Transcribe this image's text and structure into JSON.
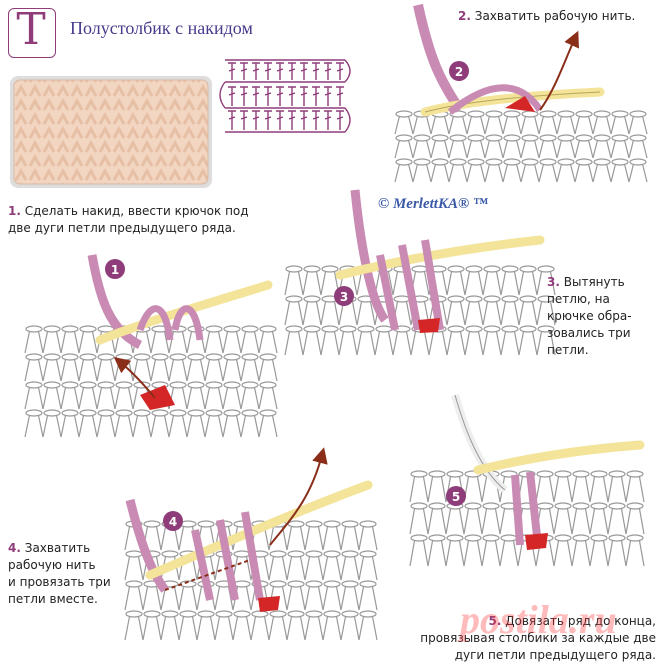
{
  "logo": {
    "letter": "Т"
  },
  "title": "Полустолбик с накидом",
  "credit": "© MerlettKA® ™",
  "watermark": "postila.ru",
  "colors": {
    "accent": "#8e3d7a",
    "yarn_pink": "#c98bb3",
    "hook": "#f3e49a",
    "red": "#d42626",
    "title": "#4a3a8c"
  },
  "steps": [
    {
      "number": "1",
      "lines": [
        "Сделать накид, ввести крючок под",
        "две дуги петли предыдущего ряда."
      ]
    },
    {
      "number": "2",
      "lines": [
        "Захватить рабочую нить."
      ]
    },
    {
      "number": "3",
      "lines": [
        "Вытянуть",
        "петлю, на",
        "крючке обра-",
        "зовались три",
        "петли."
      ]
    },
    {
      "number": "4",
      "lines": [
        "Захватить",
        "рабочую нить",
        "и провязать три",
        "петли вместе."
      ]
    },
    {
      "number": "5",
      "lines": [
        "Довязать ряд до конца,",
        "провязывая столбики за каждые две",
        "дуги петли предыдущего ряда."
      ]
    }
  ]
}
